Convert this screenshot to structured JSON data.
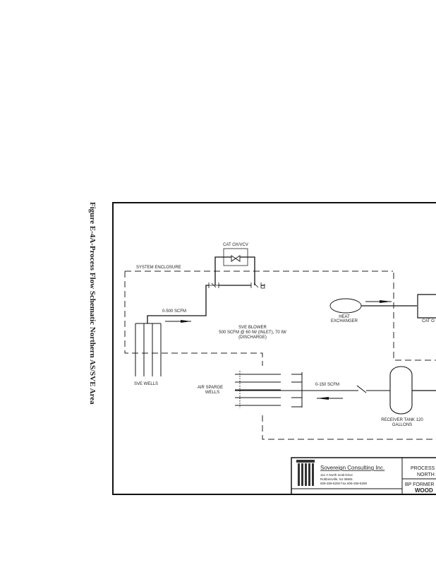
{
  "figure_title": "Figure E-4A-Process Flow Schematic Northern AS/SVE Area",
  "labels": {
    "cat_ox_vcv": "CAT OX/VCV",
    "system_enclosure": "SYSTEM ENCLOSURE",
    "sve_flow": "0-500 SCFM",
    "sve_blower_1": "SVE BLOWER",
    "sve_blower_2": "500 SCFM @ 60 IW (INLET), 70 IW",
    "sve_blower_3": "(DISCHARGE)",
    "heat_1": "HEAT",
    "heat_2": "EXCHANGER",
    "cat_ox": "CAT O",
    "sve_wells": "SVE WELLS",
    "air_sparge_1": "AIR SPARGE",
    "air_sparge_2": "WELLS",
    "as_flow": "0-150 SCFM",
    "receiver_1": "RECEIVER TANK 120",
    "receiver_2": "GALLONS"
  },
  "title_block": {
    "company": "Sovereign Consulting Inc.",
    "address_1": "111-A North Gold Drive",
    "address_2": "Robbinsville, NJ 08691",
    "phone": "609-259-8200 Fax 609-259-8299",
    "title_1": "PROCESS",
    "title_2": "NORTH",
    "site_1": "BP FORMER",
    "site_2": "WOOD"
  }
}
